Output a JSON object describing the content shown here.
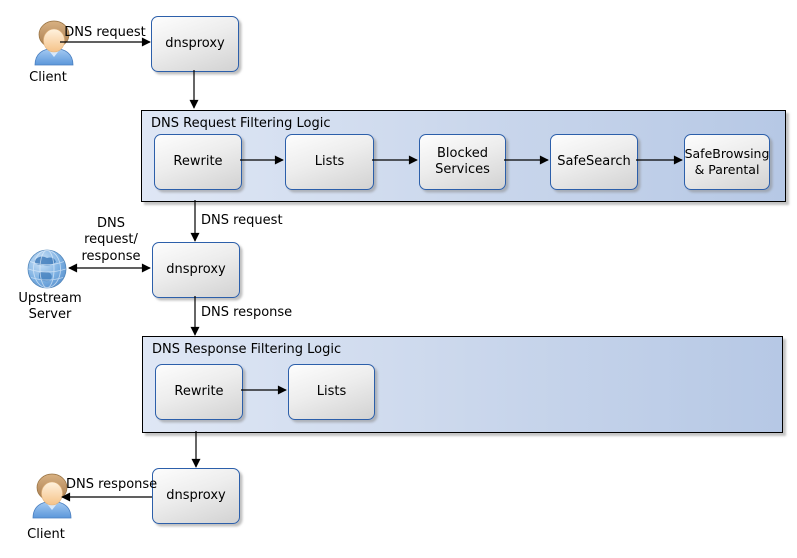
{
  "diagram": {
    "title_hint": "DNS filtering pipeline diagram",
    "actors": {
      "client_top": {
        "label": "Client",
        "icon": "person-icon"
      },
      "client_bottom": {
        "label": "Client",
        "icon": "person-icon"
      },
      "upstream": {
        "label": "Upstream\nServer",
        "icon": "globe-icon"
      }
    },
    "nodes": {
      "proxy1": {
        "label": "dnsproxy"
      },
      "proxy2": {
        "label": "dnsproxy"
      },
      "proxy3": {
        "label": "dnsproxy"
      }
    },
    "containers": {
      "request": {
        "title": "DNS Request Filtering Logic",
        "steps": [
          "Rewrite",
          "Lists",
          "Blocked\nServices",
          "SafeSearch",
          "SafeBrowsing\n& Parental"
        ]
      },
      "response": {
        "title": "DNS Response Filtering Logic",
        "steps": [
          "Rewrite",
          "Lists"
        ]
      }
    },
    "edges": {
      "client_to_proxy1": "DNS request",
      "filter_to_proxy2": "DNS request",
      "proxy2_upstream": "DNS\nrequest/\nresponse",
      "proxy2_to_response_filter": "DNS response",
      "proxy3_to_client": "DNS response"
    },
    "colors": {
      "node_border": "#2c5faa",
      "container_border": "#000000",
      "container_fill_left": "#dfe7f5",
      "container_fill_right": "#b6c8e5",
      "arrow": "#000000",
      "node_fill_top": "#fdfdfd",
      "node_fill_bottom": "#d2d2d2"
    }
  }
}
